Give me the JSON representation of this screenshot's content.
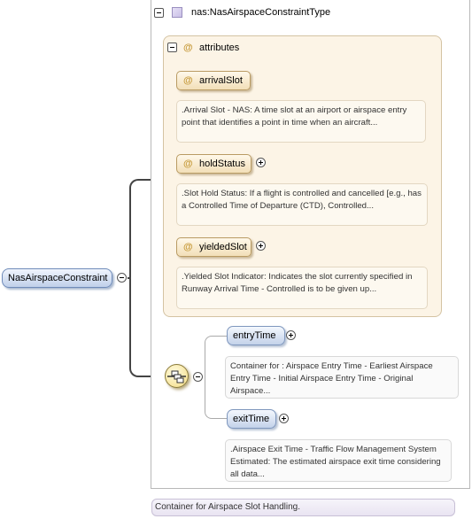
{
  "root": {
    "label": "NasAirspaceConstraint"
  },
  "type": {
    "label": "nas:NasAirspaceConstraintType"
  },
  "attributes": {
    "title": "attributes",
    "at_symbol": "@",
    "items": [
      {
        "label": "arrivalSlot",
        "desc": ".Arrival Slot - NAS: A time slot at an airport or airspace entry point that identifies a point in time when an aircraft..."
      },
      {
        "label": "holdStatus",
        "desc": ".Slot Hold Status: If a flight is controlled and cancelled [e.g., has a Controlled Time of Departure (CTD), Controlled..."
      },
      {
        "label": "yieldedSlot",
        "desc": ".Yielded Slot Indicator: Indicates the slot currently specified in Runway Arrival Time - Controlled is to be given up..."
      }
    ]
  },
  "sequence": {
    "elements": [
      {
        "label": "entryTime",
        "desc": "Container for : Airspace Entry Time - Earliest Airspace Entry Time - Initial Airspace Entry Time - Original Airspace..."
      },
      {
        "label": "exitTime",
        "desc": ".Airspace Exit Time - Traffic Flow Management System Estimated: The estimated airspace exit time considering all data..."
      }
    ]
  },
  "footer": {
    "desc": "Container for Airspace Slot Handling."
  },
  "colors": {
    "attribute_accent": "#c69a3a",
    "element_fill": "#c3d2ea",
    "attribute_fill": "#fcf4e6"
  }
}
